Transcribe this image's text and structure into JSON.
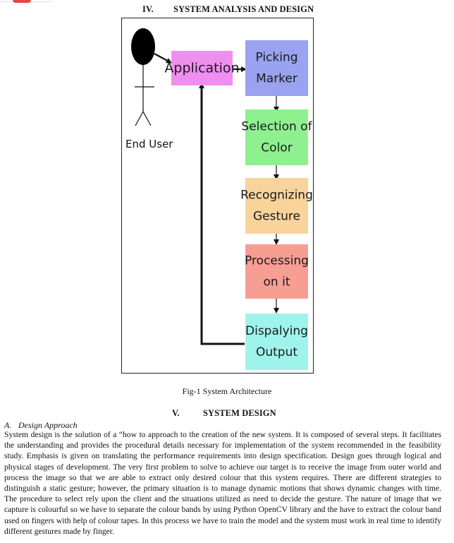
{
  "section_iv": {
    "number": "IV.",
    "title": "SYSTEM ANALYSIS AND DESIGN"
  },
  "figure": {
    "actor_label": "End User",
    "nodes": [
      {
        "id": "application",
        "lines": [
          "Application"
        ],
        "color": "#f08ef0"
      },
      {
        "id": "picking-marker",
        "lines": [
          "Picking",
          "Marker"
        ],
        "color": "#9aa3f0"
      },
      {
        "id": "selection-of-color",
        "lines": [
          "Selection of",
          "Color"
        ],
        "color": "#8ef08e"
      },
      {
        "id": "recognizing-gesture",
        "lines": [
          "Recognizing",
          "Gesture"
        ],
        "color": "#f8d39a"
      },
      {
        "id": "processing-on-it",
        "lines": [
          "Processing",
          "on it"
        ],
        "color": "#f79e94"
      },
      {
        "id": "dispalying-output",
        "lines": [
          "Dispalying",
          "Output"
        ],
        "color": "#9ef4ec"
      }
    ],
    "caption": "Fig-1 System Architecture"
  },
  "section_v": {
    "number": "V.",
    "title": "SYSTEM DESIGN"
  },
  "subsection": {
    "letter": "A.",
    "title": "Design Approach"
  },
  "body_text": "System design is the solution of a “how to approach to the creation of the new system. It is composed of several steps. It facilitates the understanding and provides the procedural details necessary for implementation of the system recommended in the feasibility study. Emphasis is given on translating the performance requirements into design specification. Design goes through logical and physical stages of development. The very first problem to solve to achieve our target is to receive the image from outer world and process the image so that we are able to extract only desired colour that this system requires. There are different strategies to distinguish a static gesture; however, the primary situation is to manage dynamic motions that shows dynamic changes with time. The procedure to select rely upon the client and the situations utilized as need to decide the gesture. The nature of image that we capture is colourful so we have to separate the colour bands by using Python OpenCV library and the have to extract the colour band used on fingers with help of colour tapes. In this process we have to train the model and the system must work in real time to identify different gestures made by finger."
}
